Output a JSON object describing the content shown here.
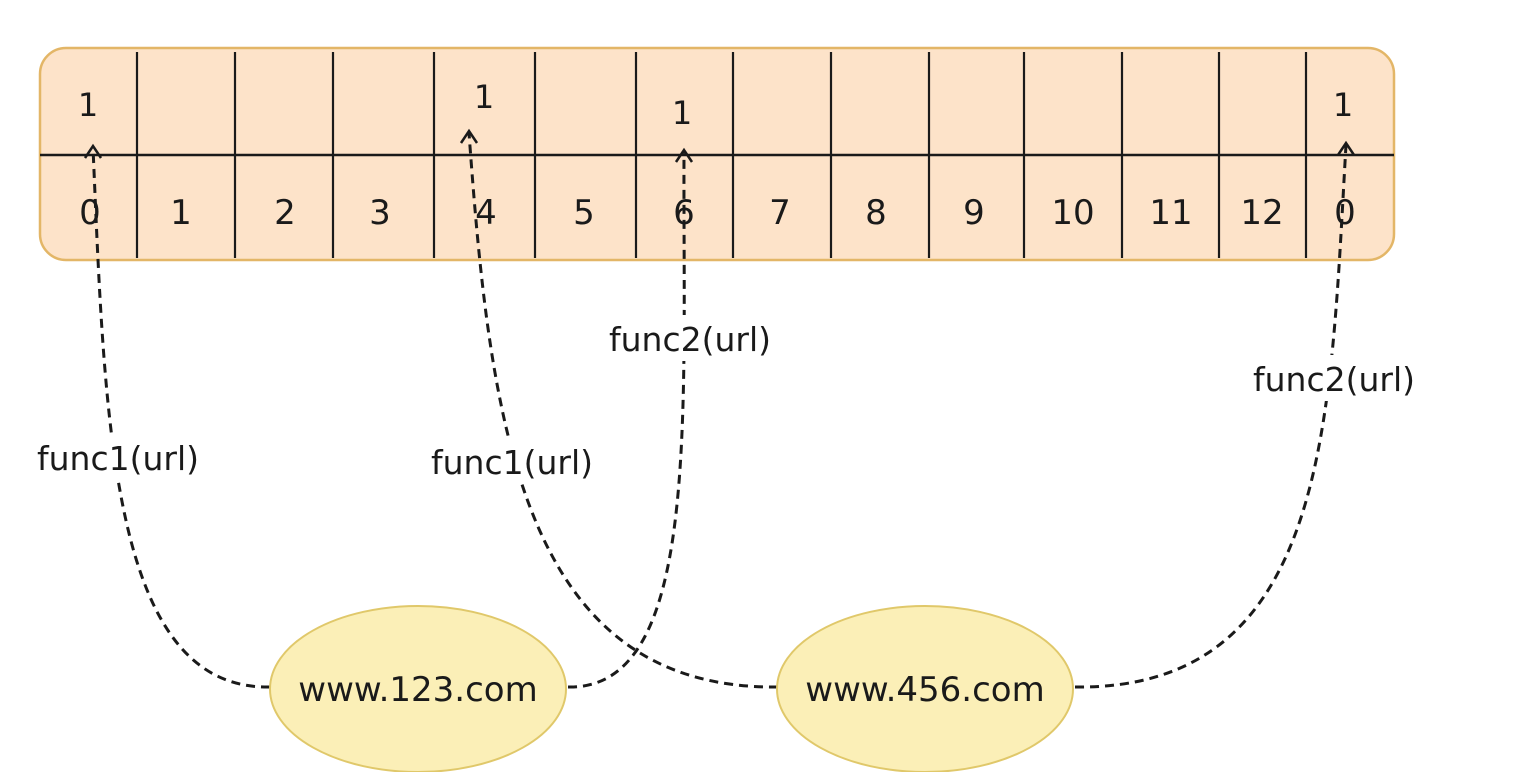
{
  "colors": {
    "bitarray_fill": "#fde3c9",
    "bitarray_stroke": "#e3b667",
    "node_fill": "#fbefb7",
    "node_stroke": "#e0c86a",
    "ink": "#1a1a1a"
  },
  "bit_array": {
    "indices": [
      "0",
      "1",
      "2",
      "3",
      "4",
      "5",
      "6",
      "7",
      "8",
      "9",
      "10",
      "11",
      "12",
      "0"
    ],
    "set_bits": [
      {
        "slot": 0,
        "value": "1"
      },
      {
        "slot": 4,
        "value": "1"
      },
      {
        "slot": 6,
        "value": "1"
      },
      {
        "slot": 13,
        "value": "1"
      }
    ]
  },
  "nodes": [
    {
      "id": "site-123",
      "label": "www.123.com"
    },
    {
      "id": "site-456",
      "label": "www.456.com"
    }
  ],
  "edges": [
    {
      "from": "site-123",
      "to_slot": 0,
      "label": "func1(url)"
    },
    {
      "from": "site-123",
      "to_slot": 6,
      "label": "func2(url)"
    },
    {
      "from": "site-456",
      "to_slot": 4,
      "label": "func1(url)"
    },
    {
      "from": "site-456",
      "to_slot": 13,
      "label": "func2(url)"
    }
  ]
}
